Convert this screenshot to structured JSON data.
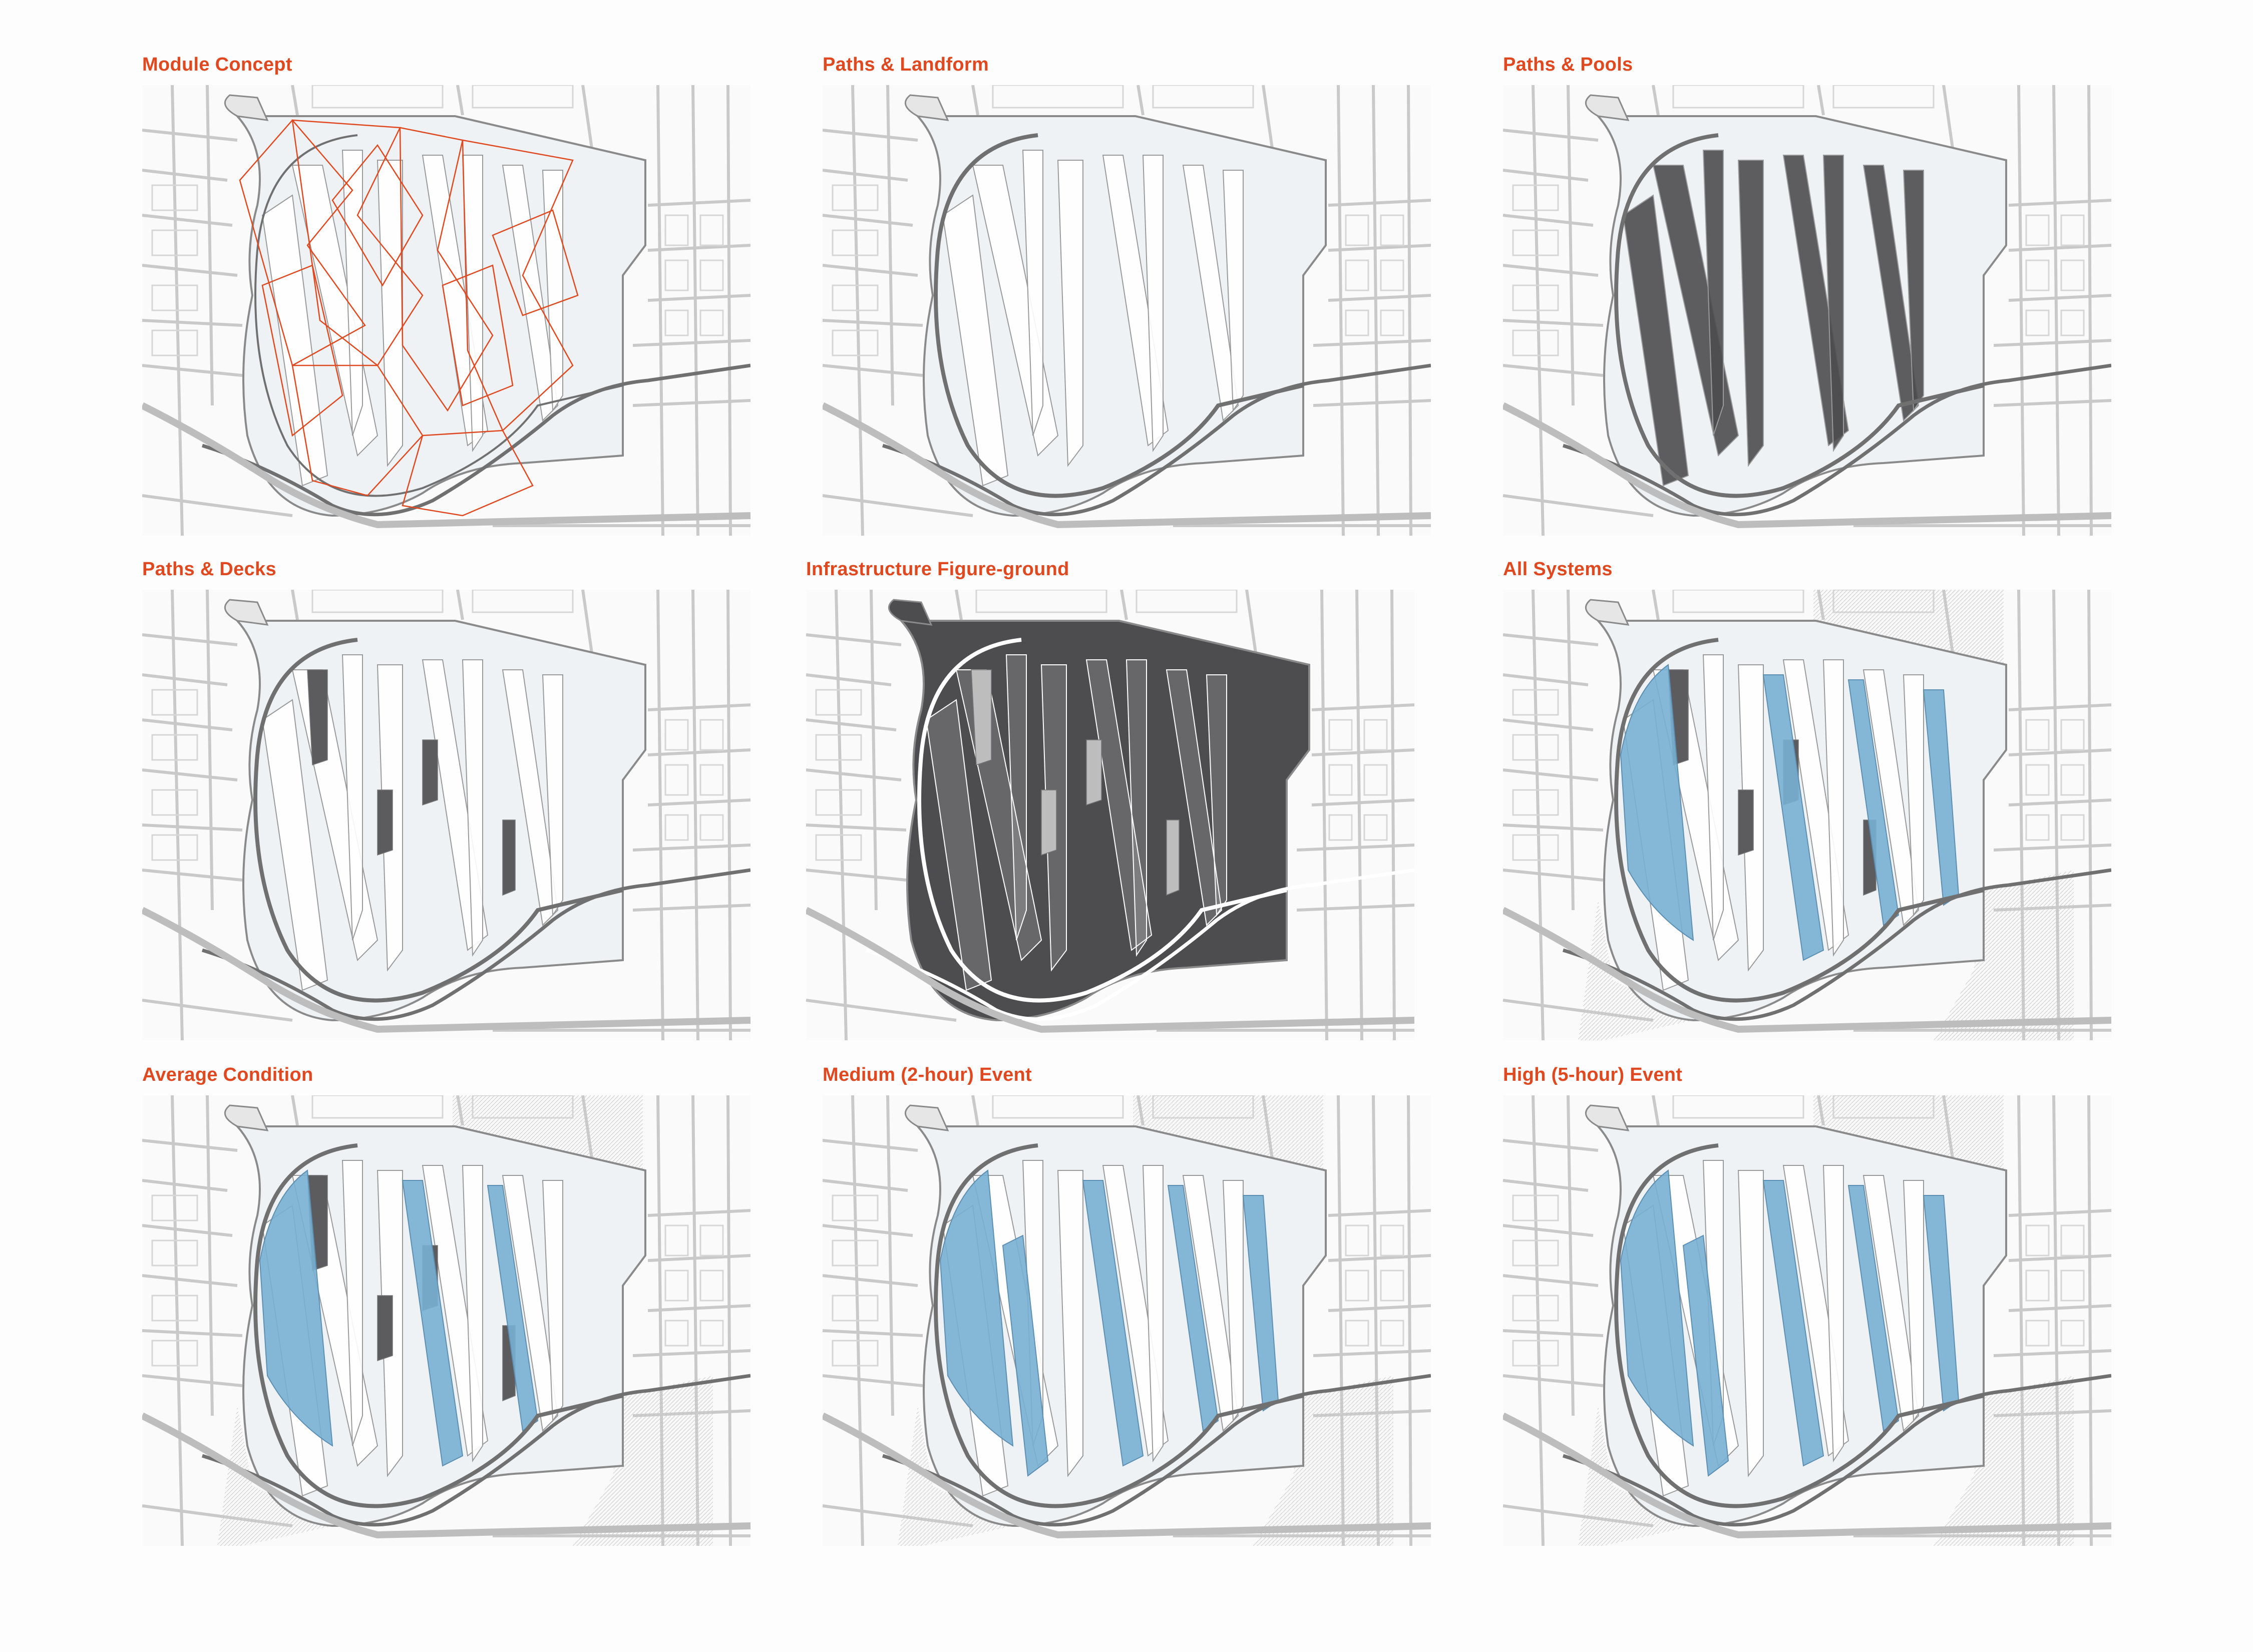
{
  "panels": [
    {
      "title": "Module Concept",
      "variant": "concept"
    },
    {
      "title": "Paths & Landform",
      "variant": "landform"
    },
    {
      "title": "Paths & Pools",
      "variant": "pools"
    },
    {
      "title": "Paths & Decks",
      "variant": "decks"
    },
    {
      "title": "Infrastructure Figure-ground",
      "variant": "figure"
    },
    {
      "title": "All Systems",
      "variant": "all"
    },
    {
      "title": "Average Condition",
      "variant": "average"
    },
    {
      "title": "Medium (2-hour) Event",
      "variant": "medium"
    },
    {
      "title": "High (5-hour) Event",
      "variant": "high"
    }
  ],
  "colors": {
    "title": "#e0481f",
    "accent_line": "#e0481f",
    "water": "#78afd3",
    "dark": "#4d4d4f",
    "street": "#c9c9c9",
    "site_fill": "#eef2f4"
  }
}
